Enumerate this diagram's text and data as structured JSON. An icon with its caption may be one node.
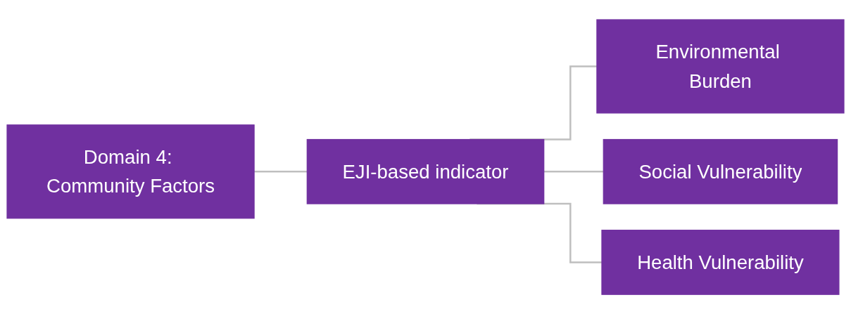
{
  "diagram": {
    "nodes": [
      {
        "text": [
          "Domain 4: Community Factors"
        ]
      },
      {
        "text": [
          "EJI-based indicator"
        ]
      },
      {
        "text": [
          "Environmental Burden"
        ]
      },
      {
        "text": [
          "Social Vulnerability"
        ]
      },
      {
        "text": [
          "Health Vulnerability"
        ]
      }
    ],
    "edges": [
      {
        "from": 0,
        "to": 1,
        "arrow": "none"
      },
      {
        "from": 1,
        "to": 2,
        "arrow": "none"
      },
      {
        "from": 1,
        "to": 3,
        "arrow": "none"
      },
      {
        "from": 1,
        "to": 4,
        "arrow": "none"
      }
    ]
  }
}
